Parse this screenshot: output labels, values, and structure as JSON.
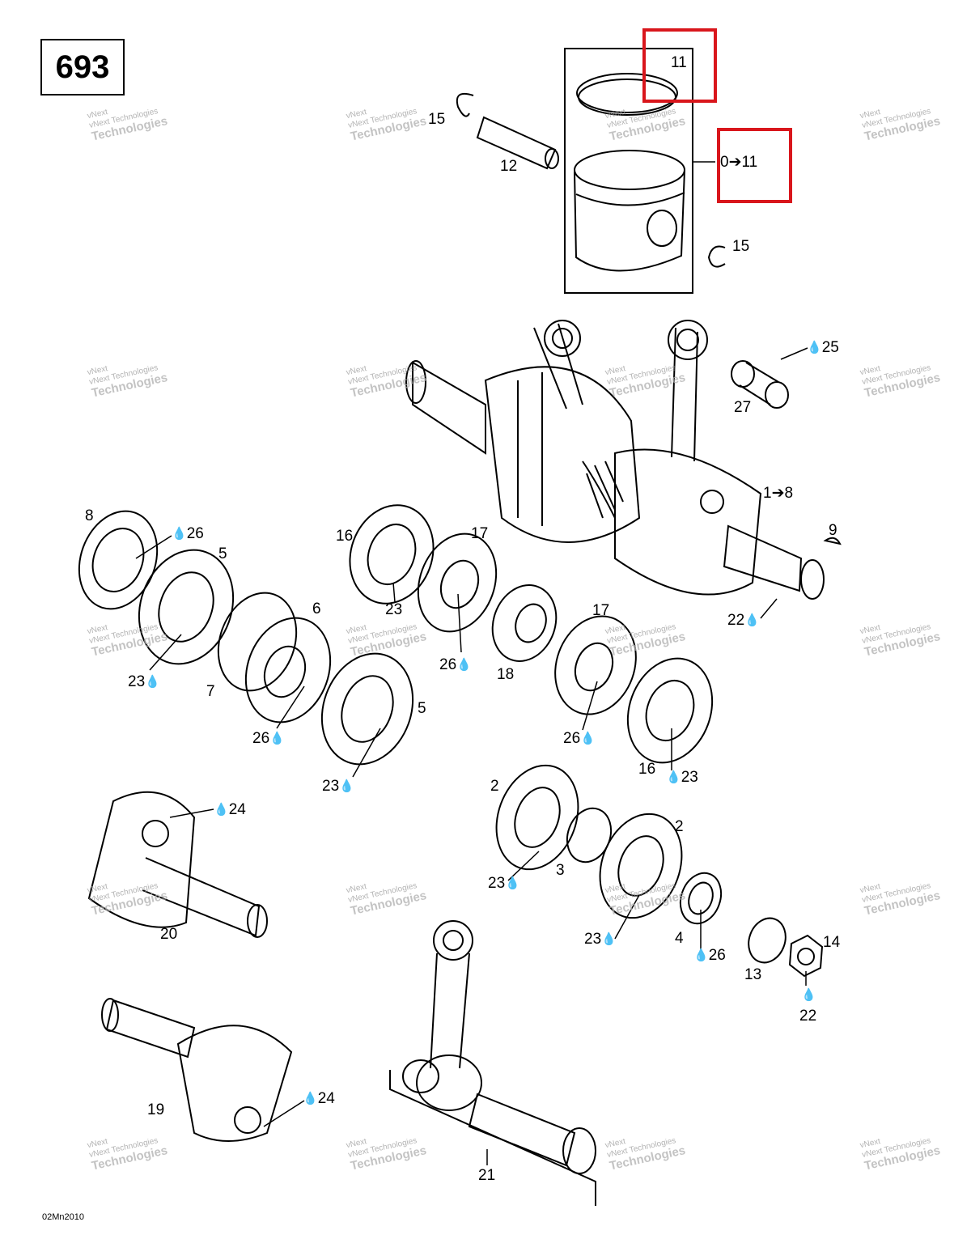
{
  "page": {
    "number": "693",
    "reference": "02Mn2010"
  },
  "watermark": {
    "line1": "vNext",
    "line2": "vNext Technologies",
    "line3": "Technologies"
  },
  "highlight_color": "#d9161c",
  "drop_symbol": "💧",
  "callouts": {
    "c11": "11",
    "c10_11": "0➔11",
    "c15a": "15",
    "c15b": "15",
    "c12": "12",
    "c25": "25",
    "c27": "27",
    "c1_8": "1➔8",
    "c9": "9",
    "c22a": "22",
    "c8": "8",
    "c26a": "26",
    "c5a": "5",
    "c23a": "23",
    "c16a": "16",
    "c23b": "23",
    "c17a": "17",
    "c26b": "26",
    "c6": "6",
    "c7": "7",
    "c26c": "26",
    "c5b": "5",
    "c23c": "23",
    "c18": "18",
    "c17b": "17",
    "c26d": "26",
    "c16b": "16",
    "c23d": "23",
    "c24a": "24",
    "c20": "20",
    "c2a": "2",
    "c23e": "23",
    "c3": "3",
    "c2b": "2",
    "c23f": "23",
    "c4": "4",
    "c26e": "26",
    "c14": "14",
    "c13": "13",
    "c22b": "22",
    "c19": "19",
    "c24b": "24",
    "c21": "21"
  }
}
